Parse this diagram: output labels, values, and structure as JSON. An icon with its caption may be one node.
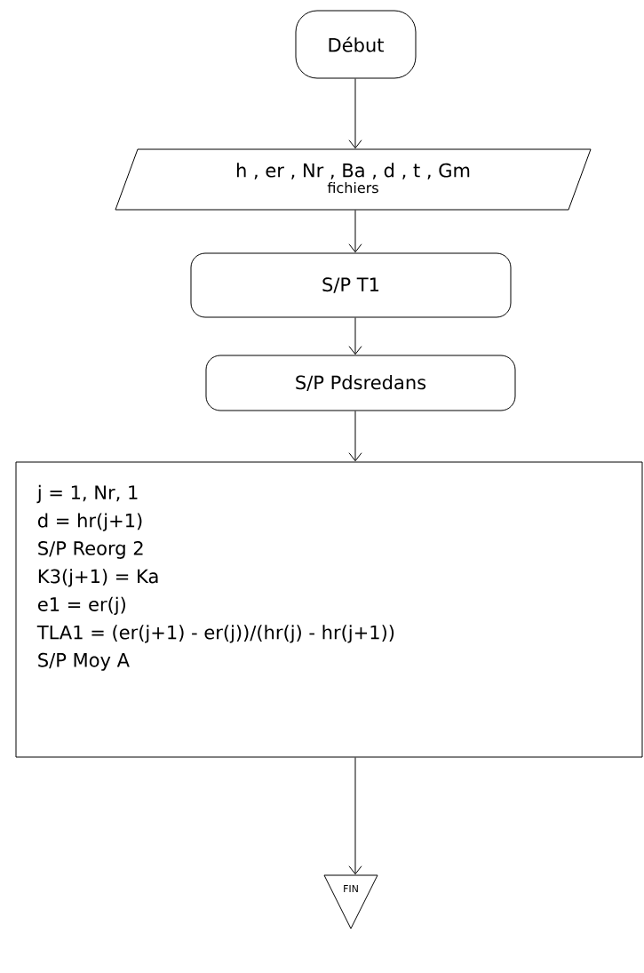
{
  "diagram": {
    "nodes": [
      {
        "text": [
          "Début"
        ]
      },
      {
        "text": [
          "h , er , Nr , Ba , d , t , Gm",
          "fichiers"
        ]
      },
      {
        "text": [
          "S/P T1"
        ]
      },
      {
        "text": [
          "S/P Pdsredans"
        ]
      },
      {
        "text": [
          "j = 1, Nr, 1",
          "d = hr(j+1)",
          "S/P Reorg 2",
          "K3(j+1) = Ka",
          "e1 = er(j)",
          "TLA1 = (er(j+1) - er(j))/(hr(j) - hr(j+1))",
          "S/P Moy A"
        ]
      },
      {
        "text": [
          "FIN"
        ]
      }
    ],
    "edges": [
      {
        "from": 0,
        "to": 1,
        "arrow": "to"
      },
      {
        "from": 1,
        "to": 2,
        "arrow": "to"
      },
      {
        "from": 2,
        "to": 3,
        "arrow": "to"
      },
      {
        "from": 3,
        "to": 4,
        "arrow": "to"
      },
      {
        "from": 4,
        "to": 5,
        "arrow": "to"
      }
    ]
  }
}
